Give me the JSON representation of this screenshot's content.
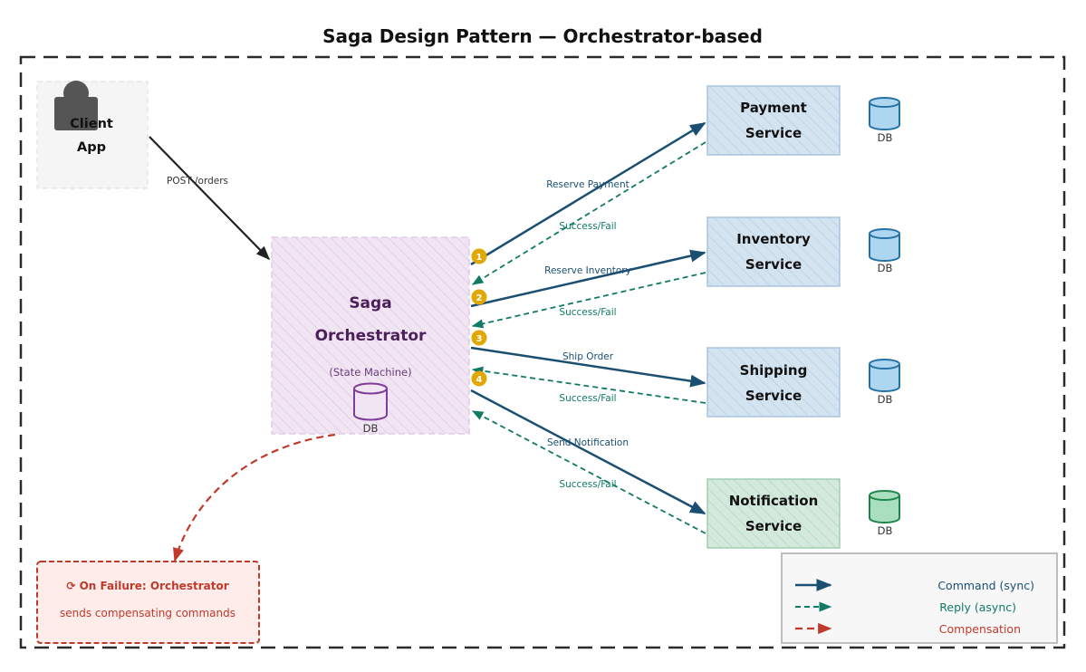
{
  "title": "Saga Design Pattern — Orchestrator-based",
  "colors": {
    "command": "#1a4f72",
    "reply": "#117a65",
    "compensation": "#c0392b",
    "orchestrator_text": "#4a1f5a",
    "badge": "#e0a800"
  },
  "client": {
    "icon": "user-icon",
    "line1": "Client",
    "line2": "App",
    "edge_label": "POST /orders"
  },
  "orchestrator": {
    "line1": "Saga",
    "line2": "Orchestrator",
    "subtitle": "(State Machine)",
    "db_label": "DB"
  },
  "services": [
    {
      "line1": "Payment",
      "line2": "Service",
      "db_label": "DB",
      "theme": "blue"
    },
    {
      "line1": "Inventory",
      "line2": "Service",
      "db_label": "DB",
      "theme": "blue"
    },
    {
      "line1": "Shipping",
      "line2": "Service",
      "db_label": "DB",
      "theme": "blue"
    },
    {
      "line1": "Notification",
      "line2": "Service",
      "db_label": "DB",
      "theme": "green"
    }
  ],
  "steps": [
    {
      "badge": "1",
      "command": "Reserve Payment",
      "reply": "Success/Fail"
    },
    {
      "badge": "2",
      "command": "Reserve Inventory",
      "reply": "Success/Fail"
    },
    {
      "badge": "3",
      "command": "Ship Order",
      "reply": "Success/Fail"
    },
    {
      "badge": "4",
      "command": "Send Notification",
      "reply": "Success/Fail"
    }
  ],
  "failure": {
    "icon": "retry-icon",
    "title": "⟳ On Failure: Orchestrator",
    "subtitle": "sends compensating commands"
  },
  "legend": {
    "command": "Command (sync)",
    "reply": "Reply (async)",
    "compensation": "Compensation"
  }
}
